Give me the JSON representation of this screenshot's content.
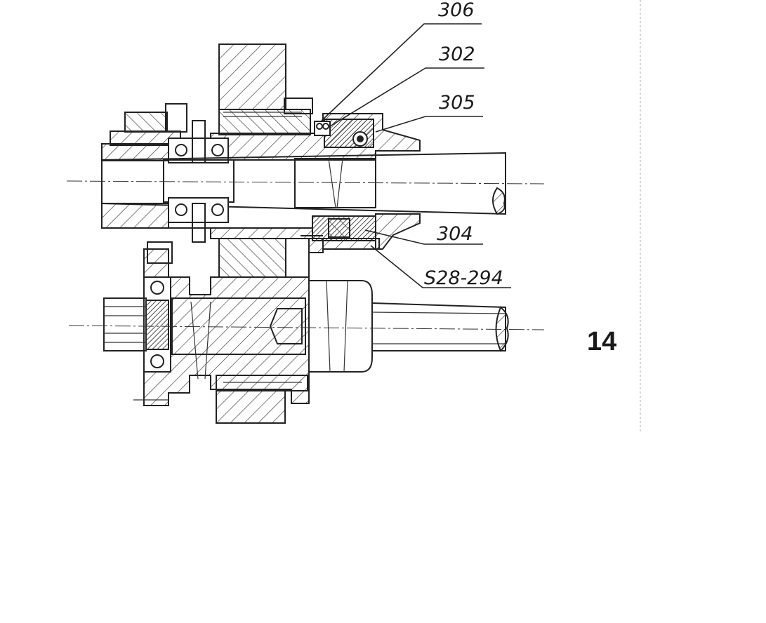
{
  "diagram": {
    "callouts": [
      {
        "id": "306",
        "label": "306"
      },
      {
        "id": "302",
        "label": "302"
      },
      {
        "id": "305",
        "label": "305"
      },
      {
        "id": "304",
        "label": "304"
      },
      {
        "id": "s28-294",
        "label": "S28-294"
      }
    ],
    "page_number": "14"
  }
}
